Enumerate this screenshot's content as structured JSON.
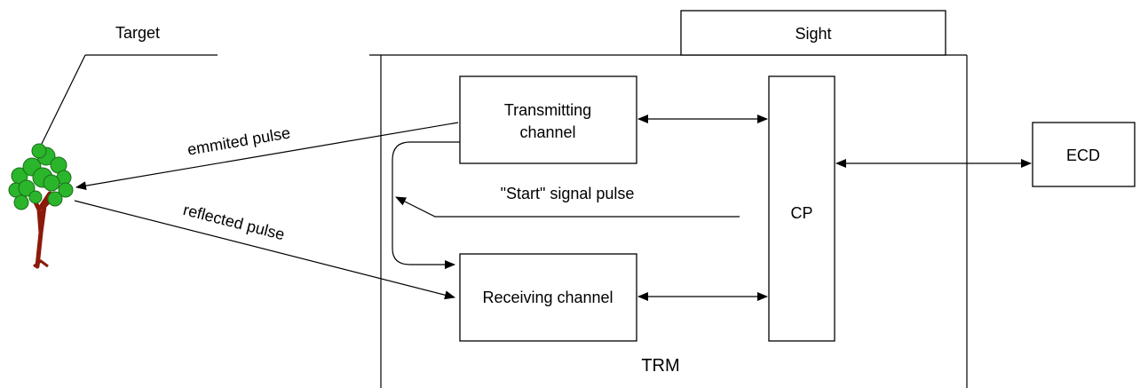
{
  "diagram": {
    "target_label": "Target",
    "sight_label": "Sight",
    "trm_label": "TRM",
    "transmitting_line1": "Transmitting",
    "transmitting_line2": "channel",
    "receiving_label": "Receiving channel",
    "cp_label": "CP",
    "ecd_label": "ECD",
    "emitted_pulse_label": "emmited pulse",
    "reflected_pulse_label": "reflected pulse",
    "start_signal_label": "\"Start\" signal pulse"
  },
  "colors": {
    "foliage": "#2bb52b",
    "foliage_outline": "#1a6e1a",
    "trunk": "#8b1a0a",
    "stroke": "#000000"
  },
  "icons": {
    "target": "tree-icon"
  }
}
